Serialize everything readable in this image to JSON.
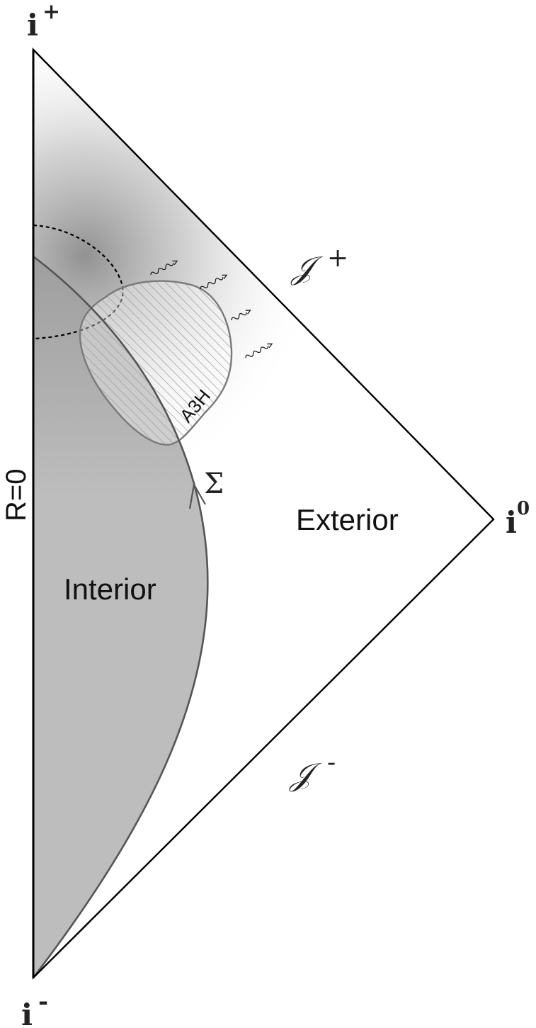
{
  "labels": {
    "i_plus": "i",
    "i_plus_sup": "+",
    "i_minus": "i",
    "i_minus_sup": "-",
    "i_zero": "i",
    "i_zero_sup": "0",
    "scri_plus": "𝒥",
    "scri_plus_sup": "+",
    "scri_minus": "𝒥",
    "scri_minus_sup": "-",
    "r_zero": "R=0",
    "sigma": "Σ",
    "a3h": "A3H",
    "exterior": "Exterior",
    "interior": "Interior"
  },
  "colors": {
    "interior_fill": "#bdbdbd",
    "outline": "#000000",
    "boundary": "#555555",
    "hatch": "#9a9a9a"
  }
}
